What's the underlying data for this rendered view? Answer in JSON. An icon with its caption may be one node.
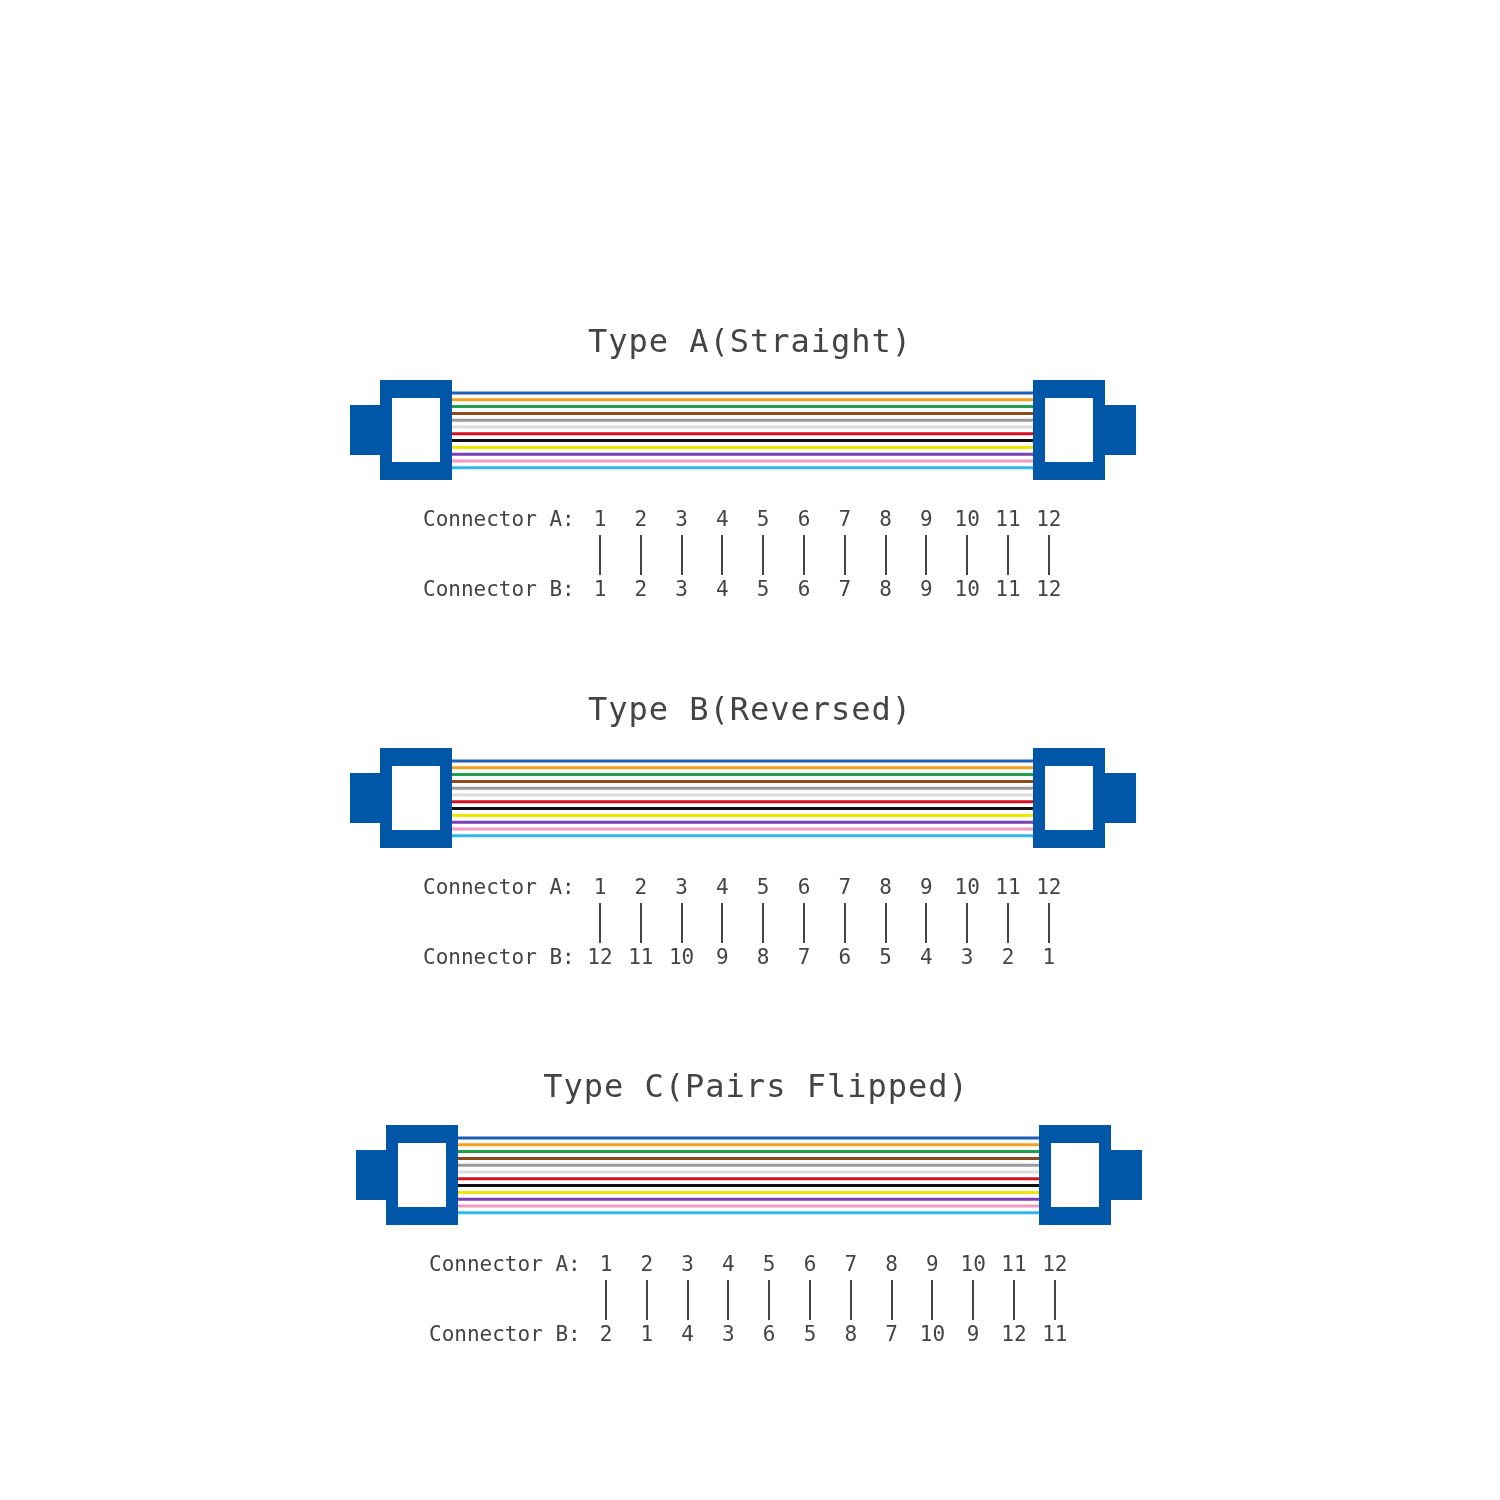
{
  "diagram": {
    "nodes": [
      {
        "text": [
          "1"
        ]
      },
      {
        "text": [
          "2"
        ]
      },
      {
        "text": [
          "3"
        ]
      },
      {
        "text": [
          "4"
        ]
      },
      {
        "text": [
          "5"
        ]
      },
      {
        "text": [
          "6"
        ]
      },
      {
        "text": [
          "7"
        ]
      },
      {
        "text": [
          "8"
        ]
      },
      {
        "text": [
          "9"
        ]
      },
      {
        "text": [
          "10"
        ]
      },
      {
        "text": [
          "11"
        ]
      },
      {
        "text": [
          "12"
        ]
      },
      {
        "text": [
          "1"
        ]
      },
      {
        "text": [
          "2"
        ]
      },
      {
        "text": [
          "3"
        ]
      },
      {
        "text": [
          "4"
        ]
      },
      {
        "text": [
          "5"
        ]
      },
      {
        "text": [
          "6"
        ]
      },
      {
        "text": [
          "7"
        ]
      },
      {
        "text": [
          "8"
        ]
      },
      {
        "text": [
          "9"
        ]
      },
      {
        "text": [
          "10"
        ]
      },
      {
        "text": [
          "11"
        ]
      },
      {
        "text": [
          "12"
        ]
      },
      {
        "text": [
          "1"
        ]
      },
      {
        "text": [
          "2"
        ]
      },
      {
        "text": [
          "3"
        ]
      },
      {
        "text": [
          "4"
        ]
      },
      {
        "text": [
          "5"
        ]
      },
      {
        "text": [
          "6"
        ]
      },
      {
        "text": [
          "7"
        ]
      },
      {
        "text": [
          "8"
        ]
      },
      {
        "text": [
          "9"
        ]
      },
      {
        "text": [
          "10"
        ]
      },
      {
        "text": [
          "11"
        ]
      },
      {
        "text": [
          "12"
        ]
      },
      {
        "text": [
          "12"
        ]
      },
      {
        "text": [
          "11"
        ]
      },
      {
        "text": [
          "10"
        ]
      },
      {
        "text": [
          "9"
        ]
      },
      {
        "text": [
          "8"
        ]
      },
      {
        "text": [
          "7"
        ]
      },
      {
        "text": [
          "6"
        ]
      },
      {
        "text": [
          "5"
        ]
      },
      {
        "text": [
          "4"
        ]
      },
      {
        "text": [
          "3"
        ]
      },
      {
        "text": [
          "2"
        ]
      },
      {
        "text": [
          "1"
        ]
      },
      {
        "text": [
          "1"
        ]
      },
      {
        "text": [
          "2"
        ]
      },
      {
        "text": [
          "3"
        ]
      },
      {
        "text": [
          "4"
        ]
      },
      {
        "text": [
          "5"
        ]
      },
      {
        "text": [
          "6"
        ]
      },
      {
        "text": [
          "7"
        ]
      },
      {
        "text": [
          "8"
        ]
      },
      {
        "text": [
          "9"
        ]
      },
      {
        "text": [
          "10"
        ]
      },
      {
        "text": [
          "11"
        ]
      },
      {
        "text": [
          "12"
        ]
      },
      {
        "text": [
          "2"
        ]
      },
      {
        "text": [
          "1"
        ]
      },
      {
        "text": [
          "4"
        ]
      },
      {
        "text": [
          "3"
        ]
      },
      {
        "text": [
          "6"
        ]
      },
      {
        "text": [
          "5"
        ]
      },
      {
        "text": [
          "8"
        ]
      },
      {
        "text": [
          "7"
        ]
      },
      {
        "text": [
          "10"
        ]
      },
      {
        "text": [
          "9"
        ]
      },
      {
        "text": [
          "12"
        ]
      },
      {
        "text": [
          "11"
        ]
      }
    ],
    "edges": [
      {
        "from": 0,
        "to": 12,
        "arrow": "none"
      },
      {
        "from": 1,
        "to": 13,
        "arrow": "none"
      },
      {
        "from": 2,
        "to": 14,
        "arrow": "none"
      },
      {
        "from": 3,
        "to": 15,
        "arrow": "none"
      },
      {
        "from": 4,
        "to": 16,
        "arrow": "none"
      },
      {
        "from": 5,
        "to": 17,
        "arrow": "none"
      },
      {
        "from": 6,
        "to": 18,
        "arrow": "none"
      },
      {
        "from": 7,
        "to": 19,
        "arrow": "none"
      },
      {
        "from": 8,
        "to": 20,
        "arrow": "none"
      },
      {
        "from": 9,
        "to": 21,
        "arrow": "none"
      },
      {
        "from": 10,
        "to": 22,
        "arrow": "none"
      },
      {
        "from": 11,
        "to": 23,
        "arrow": "none"
      },
      {
        "from": 24,
        "to": 36,
        "arrow": "none"
      },
      {
        "from": 25,
        "to": 37,
        "arrow": "none"
      },
      {
        "from": 26,
        "to": 38,
        "arrow": "none"
      },
      {
        "from": 27,
        "to": 39,
        "arrow": "none"
      },
      {
        "from": 28,
        "to": 40,
        "arrow": "none"
      },
      {
        "from": 29,
        "to": 41,
        "arrow": "none"
      },
      {
        "from": 30,
        "to": 42,
        "arrow": "none"
      },
      {
        "from": 31,
        "to": 43,
        "arrow": "none"
      },
      {
        "from": 32,
        "to": 44,
        "arrow": "none"
      },
      {
        "from": 33,
        "to": 45,
        "arrow": "none"
      },
      {
        "from": 34,
        "to": 46,
        "arrow": "none"
      },
      {
        "from": 35,
        "to": 47,
        "arrow": "none"
      },
      {
        "from": 48,
        "to": 60,
        "arrow": "none"
      },
      {
        "from": 49,
        "to": 61,
        "arrow": "none"
      },
      {
        "from": 50,
        "to": 62,
        "arrow": "none"
      },
      {
        "from": 51,
        "to": 63,
        "arrow": "none"
      },
      {
        "from": 52,
        "to": 64,
        "arrow": "none"
      },
      {
        "from": 53,
        "to": 65,
        "arrow": "none"
      },
      {
        "from": 54,
        "to": 66,
        "arrow": "none"
      },
      {
        "from": 55,
        "to": 67,
        "arrow": "none"
      },
      {
        "from": 56,
        "to": 68,
        "arrow": "none"
      },
      {
        "from": 57,
        "to": 69,
        "arrow": "none"
      },
      {
        "from": 58,
        "to": 70,
        "arrow": "none"
      },
      {
        "from": 59,
        "to": 71,
        "arrow": "none"
      }
    ],
    "labels": [
      "Type A(Straight)",
      "Connector A:",
      "Connector B:",
      "Type B(Reversed)",
      "Connector A:",
      "Connector B:",
      "Type C(Pairs Flipped)",
      "Connector A:",
      "Connector B:"
    ]
  }
}
